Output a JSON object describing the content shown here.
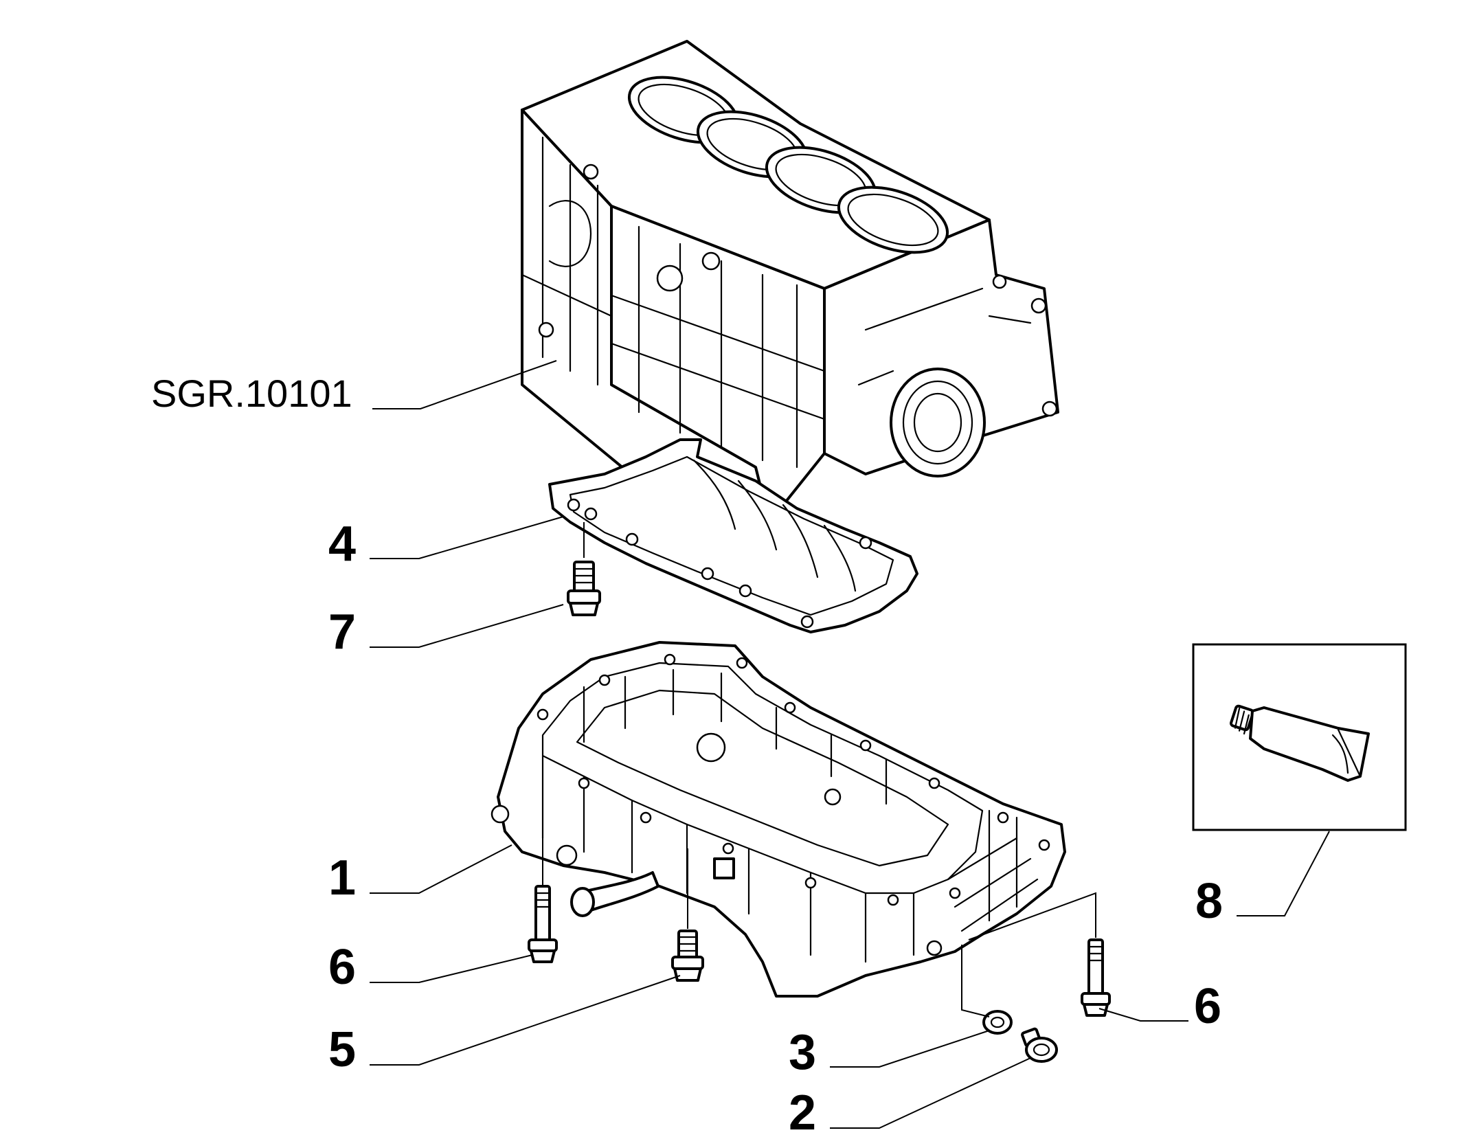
{
  "diagram": {
    "reference_label": "SGR.10101",
    "callouts": [
      {
        "id": "c4",
        "number": "4"
      },
      {
        "id": "c7",
        "number": "7"
      },
      {
        "id": "c1",
        "number": "1"
      },
      {
        "id": "c6a",
        "number": "6"
      },
      {
        "id": "c5",
        "number": "5"
      },
      {
        "id": "c3",
        "number": "3"
      },
      {
        "id": "c2",
        "number": "2"
      },
      {
        "id": "c6b",
        "number": "6"
      },
      {
        "id": "c8",
        "number": "8"
      }
    ],
    "parts": [
      {
        "name": "engine-block-illustration"
      },
      {
        "name": "oil-pan-gasket-illustration"
      },
      {
        "name": "oil-pan-illustration"
      },
      {
        "name": "sealant-tube-illustration"
      }
    ]
  }
}
